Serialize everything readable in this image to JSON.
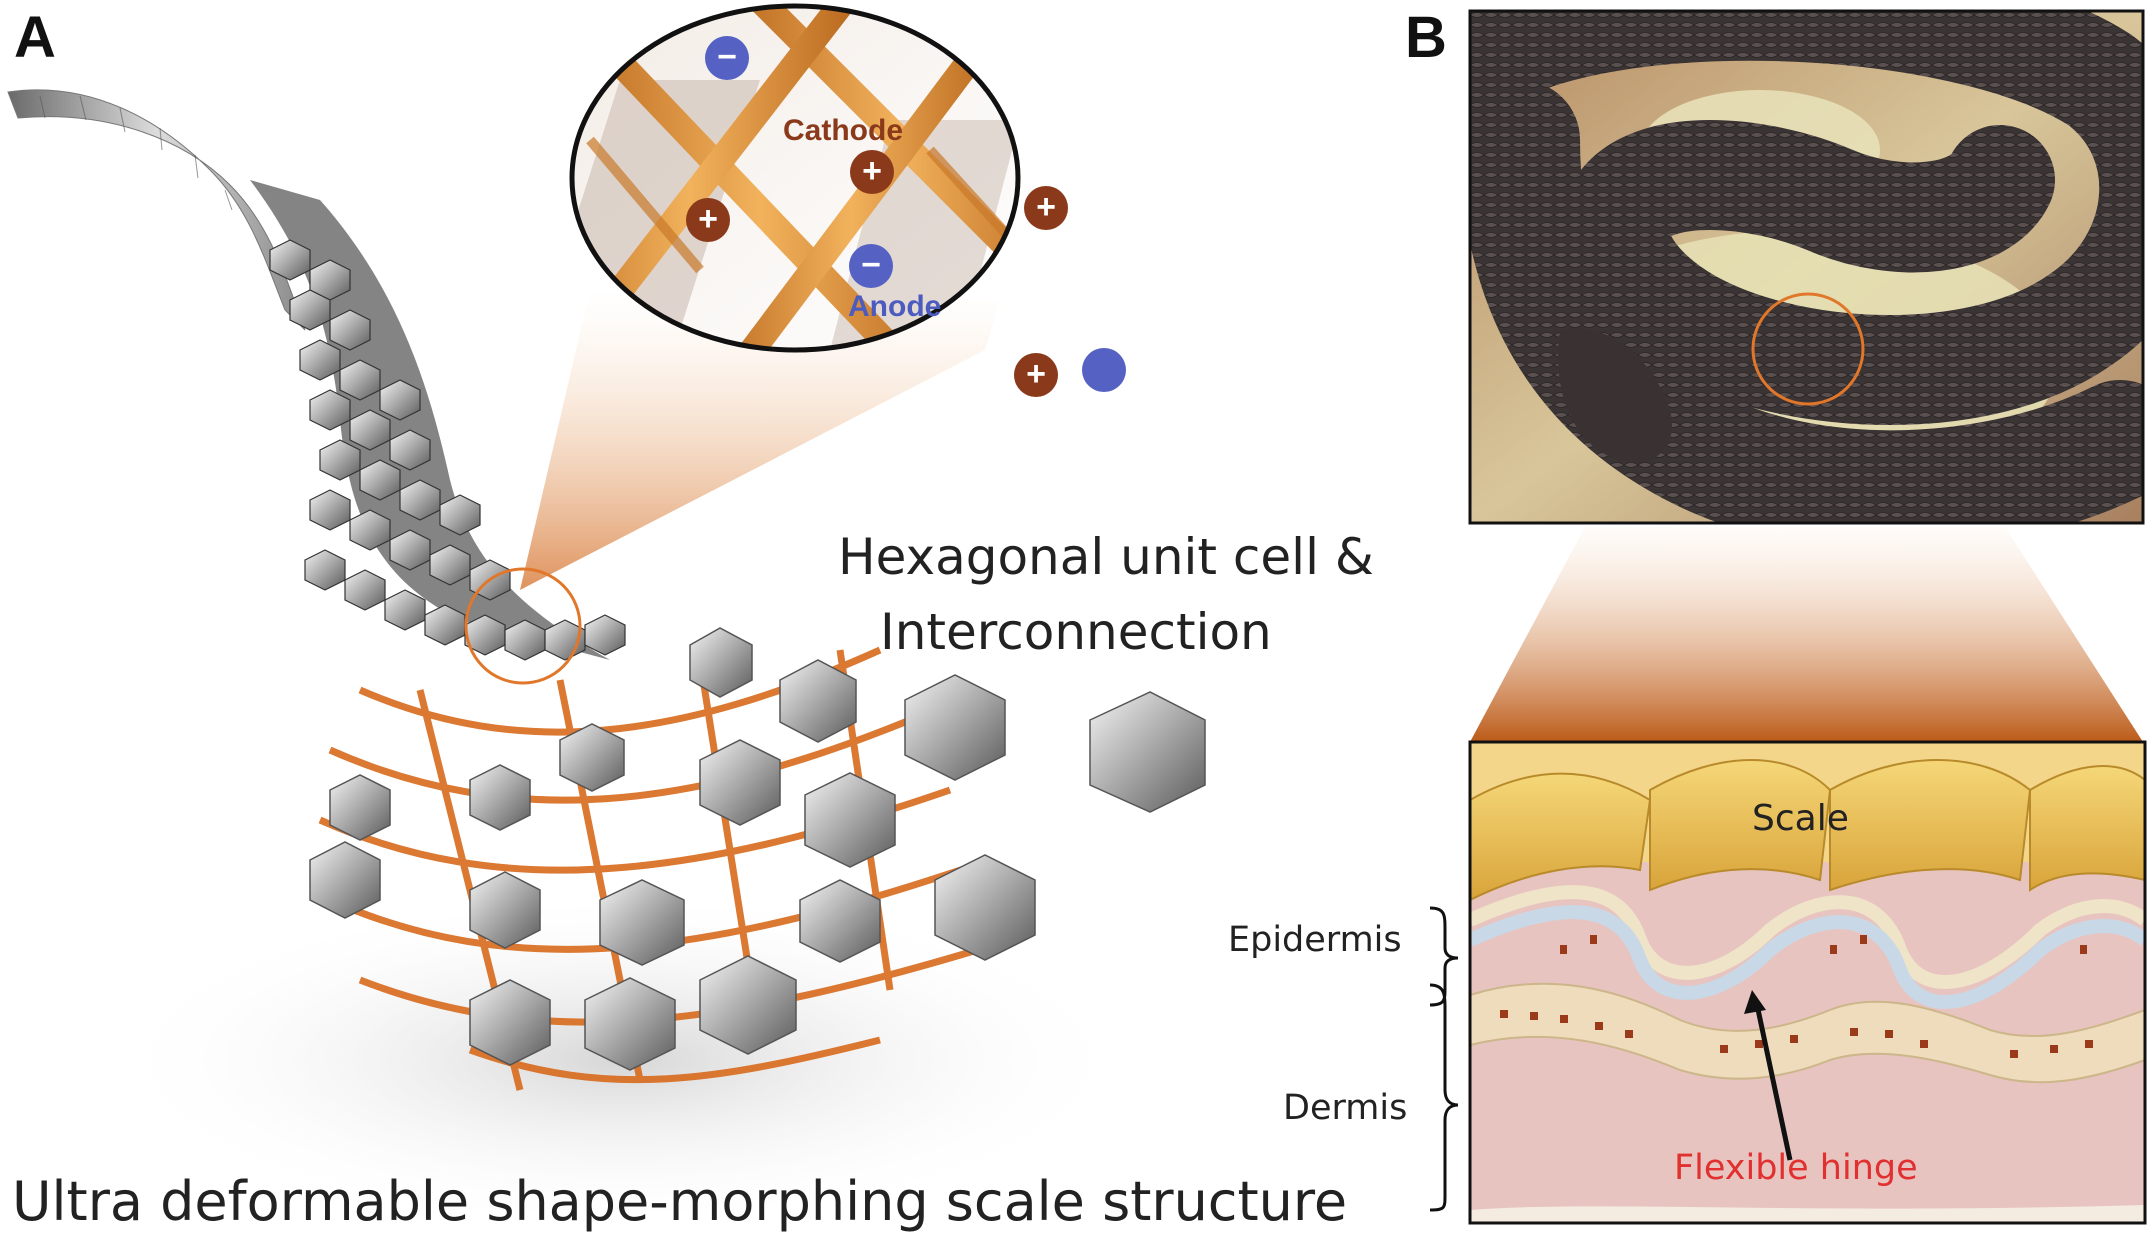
{
  "panel_a": {
    "letter": "A",
    "caption_main": "Ultra deformable shape-morphing scale structure",
    "caption_zoom_line1": "Hexagonal unit cell &",
    "caption_zoom_line2": "Interconnection",
    "zoom": {
      "cathode_label": "Cathode",
      "anode_label": "Anode",
      "plus_symbol": "+",
      "minus_symbol": "−"
    }
  },
  "panel_b": {
    "letter": "B",
    "scale_label": "Scale",
    "epidermis_label": "Epidermis",
    "dermis_label": "Dermis",
    "hinge_label": "Flexible hinge"
  },
  "colors": {
    "orange_accent": "#e0772a",
    "cathode_color": "#8a3a1a",
    "anode_color": "#4b5bbf",
    "hinge_red": "#e03030",
    "skin_pink": "#e8c4c0",
    "scale_yellow": "#efc25a"
  }
}
